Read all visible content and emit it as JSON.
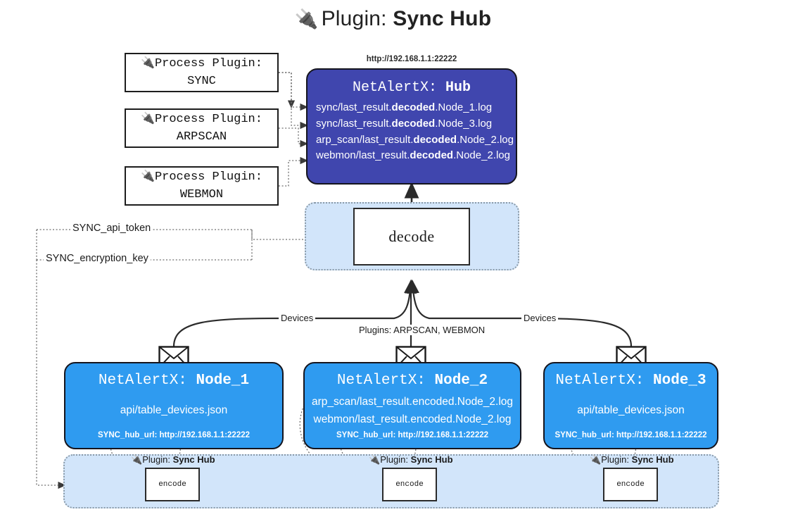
{
  "title": {
    "plug_icon": "plug-icon",
    "prefix": "Plugin: ",
    "name": "Sync Hub"
  },
  "process_plugins": [
    {
      "icon": "plug-icon",
      "line1": "Process Plugin:",
      "line2": "SYNC"
    },
    {
      "icon": "plug-icon",
      "line1": "Process Plugin:",
      "line2": "ARPSCAN"
    },
    {
      "icon": "plug-icon",
      "line1": "Process Plugin:",
      "line2": "WEBMON"
    }
  ],
  "hub": {
    "url": "http://192.168.1.1:22222",
    "header_prefix": "NetAlertX: ",
    "header_name": "Hub",
    "logs": [
      {
        "pre": "sync/last_result.",
        "bold": "decoded",
        "post": ".Node_1.log"
      },
      {
        "pre": "sync/last_result.",
        "bold": "decoded",
        "post": ".Node_3.log"
      },
      {
        "pre": "arp_scan/last_result.",
        "bold": "decoded",
        "post": ".Node_2.log"
      },
      {
        "pre": "webmon/last_result.",
        "bold": "decoded",
        "post": ".Node_2.log"
      }
    ]
  },
  "decode": {
    "label": "decode"
  },
  "secrets": [
    {
      "label": "SYNC_api_token"
    },
    {
      "label": "SYNC_encryption_key"
    }
  ],
  "edge_labels": {
    "devices_left": "Devices",
    "plugins_mid": "Plugins: ARPSCAN, WEBMON",
    "devices_right": "Devices"
  },
  "nodes": [
    {
      "icon": "envelope-icon",
      "header_prefix": "NetAlertX: ",
      "header_name": "Node_1",
      "lines": [
        "api/table_devices.json"
      ],
      "footer": "SYNC_hub_url: http://192.168.1.1:22222"
    },
    {
      "icon": "envelope-icon",
      "header_prefix": "NetAlertX: ",
      "header_name": "Node_2",
      "lines": [
        "arp_scan/last_result.encoded.Node_2.log",
        "webmon/last_result.encoded.Node_2.log"
      ],
      "footer": "SYNC_hub_url: http://192.168.1.1:22222"
    },
    {
      "icon": "envelope-icon",
      "header_prefix": "NetAlertX: ",
      "header_name": "Node_3",
      "lines": [
        "api/table_devices.json"
      ],
      "footer": "SYNC_hub_url: http://192.168.1.1:22222"
    }
  ],
  "encoders": [
    {
      "caption_prefix": "Plugin: ",
      "caption_name": "Sync Hub",
      "box_label": "encode",
      "icon": "plug-icon"
    },
    {
      "caption_prefix": "Plugin: ",
      "caption_name": "Sync Hub",
      "box_label": "encode",
      "icon": "plug-icon"
    },
    {
      "caption_prefix": "Plugin: ",
      "caption_name": "Sync Hub",
      "box_label": "encode",
      "icon": "plug-icon"
    }
  ],
  "colors": {
    "hub_fill": "#4046ae",
    "node_fill": "#2f9bf0",
    "container_fill": "#d2e5fa",
    "stroke": "#15151e",
    "dotted": "#6d6d6d"
  }
}
